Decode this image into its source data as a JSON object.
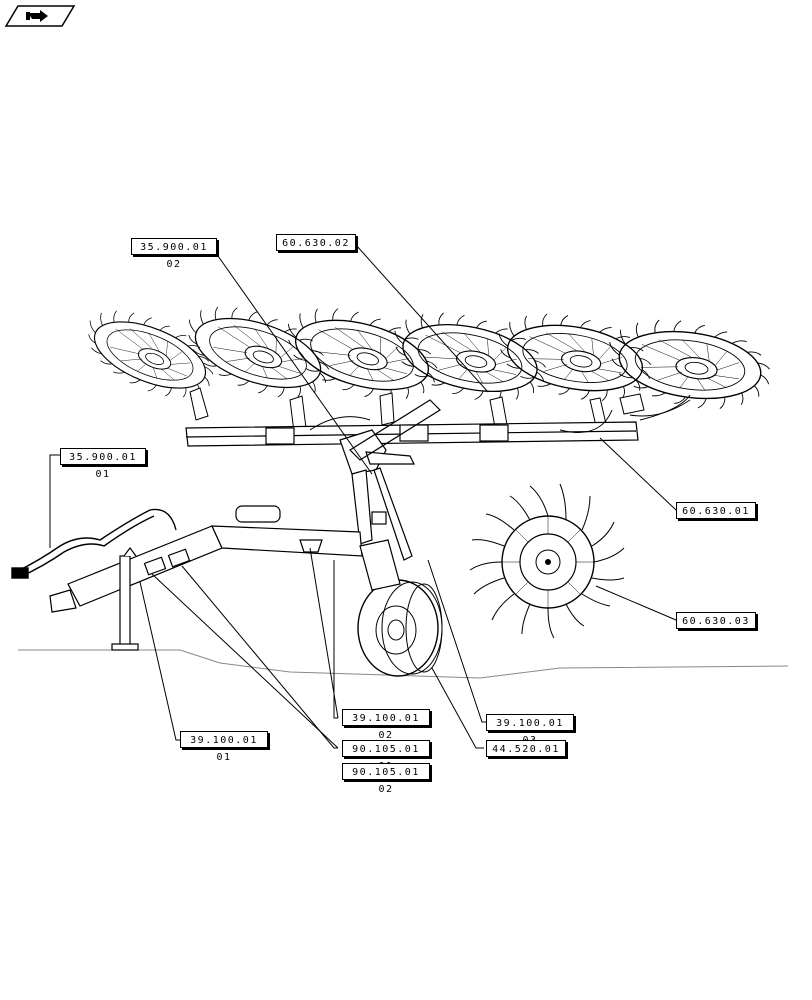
{
  "header": {
    "nav_icon": "next-page-arrow-icon"
  },
  "callouts": {
    "c1": "35.900.01 02",
    "c2": "60.630.02",
    "c3": "35.900.01 01",
    "c4": "60.630.01",
    "c5": "60.630.03",
    "c6": "39.100.01 02",
    "c7": "39.100.01 03",
    "c8": "39.100.01 01",
    "c9": "90.105.01 01",
    "c10": "44.520.01",
    "c11": "90.105.01 02"
  },
  "colors": {
    "line": "#000000",
    "ground": "#888888",
    "background": "#ffffff"
  }
}
